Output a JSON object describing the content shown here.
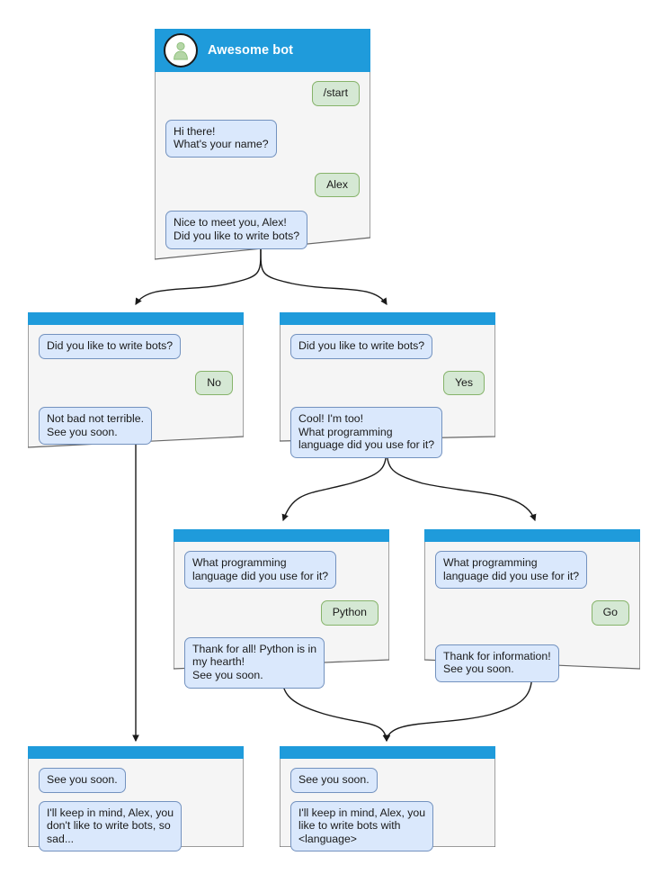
{
  "diagram": {
    "title": "Awesome bot conversation flow",
    "colors": {
      "header_bar": "#1f9bdb",
      "card_fill": "#f5f5f5",
      "card_border": "#666666",
      "bot_bubble_fill": "#dae8fc",
      "bot_bubble_border": "#7392bf",
      "user_bubble_fill": "#d5e8d4",
      "user_bubble_border": "#86b36a",
      "avatar_fill": "#b5d6a7",
      "connector": "#1a1a1a"
    },
    "bot_name": "Awesome bot",
    "avatar_icon": "person-icon"
  },
  "cards": {
    "start": {
      "id": "start",
      "header_title": "Awesome bot",
      "messages": [
        {
          "side": "user",
          "text": "/start"
        },
        {
          "side": "bot",
          "text": "Hi there!\nWhat's your name?"
        },
        {
          "side": "user",
          "text": "Alex"
        },
        {
          "side": "bot",
          "text": "Nice to meet you, Alex!\nDid you like to write bots?"
        }
      ]
    },
    "no_branch": {
      "id": "no-branch",
      "messages": [
        {
          "side": "bot",
          "text": "Did you like to write bots?"
        },
        {
          "side": "user",
          "text": "No"
        },
        {
          "side": "bot",
          "text": "Not bad not terrible.\nSee you soon."
        }
      ]
    },
    "yes_branch": {
      "id": "yes-branch",
      "messages": [
        {
          "side": "bot",
          "text": "Did you like to write bots?"
        },
        {
          "side": "user",
          "text": "Yes"
        },
        {
          "side": "bot",
          "text": "Cool! I'm too!\nWhat programming\nlanguage did you use for it?"
        }
      ]
    },
    "python_branch": {
      "id": "python-branch",
      "messages": [
        {
          "side": "bot",
          "text": "What programming\nlanguage did you use for it?"
        },
        {
          "side": "user",
          "text": "Python"
        },
        {
          "side": "bot",
          "text": "Thank for all! Python is in\nmy hearth!\nSee you soon."
        }
      ]
    },
    "go_branch": {
      "id": "go-branch",
      "messages": [
        {
          "side": "bot",
          "text": "What programming\nlanguage did you use for it?"
        },
        {
          "side": "user",
          "text": "Go"
        },
        {
          "side": "bot",
          "text": "Thank for information!\nSee you soon."
        }
      ]
    },
    "end_sad": {
      "id": "end-sad",
      "messages": [
        {
          "side": "bot",
          "text": "See you soon."
        },
        {
          "side": "bot",
          "text": "I'll keep in mind, Alex, you\ndon't like to write bots, so\nsad..."
        }
      ]
    },
    "end_happy": {
      "id": "end-happy",
      "messages": [
        {
          "side": "bot",
          "text": "See you soon."
        },
        {
          "side": "bot",
          "text": "I'll keep in mind, Alex, you\nlike to write bots with\n<language>"
        }
      ]
    }
  }
}
